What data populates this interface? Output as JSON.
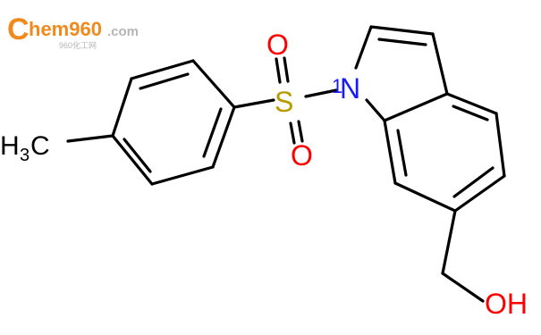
{
  "watermark": {
    "brand_c": "C",
    "brand_rest": "hem960",
    "brand_tld": ".com",
    "subtext": "960化工网",
    "color_orange": "#f08a1d",
    "color_gray": "#b5b5b5"
  },
  "molecule": {
    "atoms": {
      "sulfur": "S",
      "oxygen_top": "O",
      "oxygen_bottom": "O",
      "nitrogen": "N",
      "nitrogen_locant": "1",
      "methyl_h": "H",
      "methyl_sub": "3",
      "methyl_c": "C",
      "hydroxyl": "OH"
    },
    "colors": {
      "bond": "#000000",
      "sulfur": "#b89b00",
      "oxygen": "#ff0000",
      "nitrogen": "#1a1aff",
      "carbon_label": "#000000"
    }
  }
}
